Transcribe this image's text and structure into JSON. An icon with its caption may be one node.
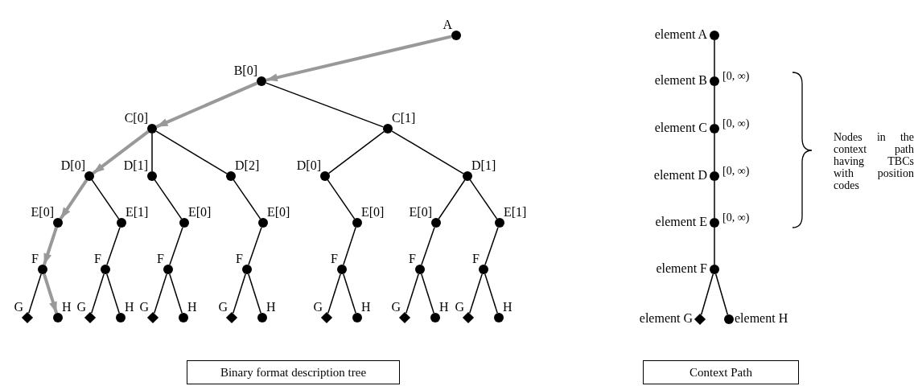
{
  "diagram": {
    "nodes": [
      {
        "text": [],
        "shape": "circle",
        "beside": [
          "A"
        ]
      },
      {
        "text": [],
        "shape": "circle",
        "beside": [
          "B[0]"
        ]
      },
      {
        "text": [],
        "shape": "circle",
        "beside": [
          "C[0]"
        ]
      },
      {
        "text": [],
        "shape": "circle",
        "beside": [
          "C[1]"
        ]
      },
      {
        "text": [],
        "shape": "circle",
        "beside": [
          "D[0]"
        ]
      },
      {
        "text": [],
        "shape": "circle",
        "beside": [
          "D[1]"
        ]
      },
      {
        "text": [],
        "shape": "circle",
        "beside": [
          "D[2]"
        ]
      },
      {
        "text": [],
        "shape": "circle",
        "beside": [
          "D[0]"
        ]
      },
      {
        "text": [],
        "shape": "circle",
        "beside": [
          "D[1]"
        ]
      },
      {
        "text": [],
        "shape": "circle",
        "beside": [
          "E[0]"
        ]
      },
      {
        "text": [],
        "shape": "circle",
        "beside": [
          "E[1]"
        ]
      },
      {
        "text": [],
        "shape": "circle",
        "beside": [
          "E[0]"
        ]
      },
      {
        "text": [],
        "shape": "circle",
        "beside": [
          "E[0]"
        ]
      },
      {
        "text": [],
        "shape": "circle",
        "beside": [
          "E[0]"
        ]
      },
      {
        "text": [],
        "shape": "circle",
        "beside": [
          "E[0]"
        ]
      },
      {
        "text": [],
        "shape": "circle",
        "beside": [
          "E[1]"
        ]
      },
      {
        "text": [],
        "shape": "circle",
        "beside": [
          "F"
        ]
      },
      {
        "text": [],
        "shape": "circle",
        "beside": [
          "F"
        ]
      },
      {
        "text": [],
        "shape": "circle",
        "beside": [
          "F"
        ]
      },
      {
        "text": [],
        "shape": "circle",
        "beside": [
          "F"
        ]
      },
      {
        "text": [],
        "shape": "circle",
        "beside": [
          "F"
        ]
      },
      {
        "text": [],
        "shape": "circle",
        "beside": [
          "F"
        ]
      },
      {
        "text": [],
        "shape": "circle",
        "beside": [
          "F"
        ]
      },
      {
        "text": [],
        "shape": "diamond",
        "beside": [
          "G"
        ]
      },
      {
        "text": [],
        "shape": "circle",
        "beside": [
          "H"
        ]
      },
      {
        "text": [],
        "shape": "diamond",
        "beside": [
          "G"
        ]
      },
      {
        "text": [],
        "shape": "circle",
        "beside": [
          "H"
        ]
      },
      {
        "text": [],
        "shape": "diamond",
        "beside": [
          "G"
        ]
      },
      {
        "text": [],
        "shape": "circle",
        "beside": [
          "H"
        ]
      },
      {
        "text": [],
        "shape": "diamond",
        "beside": [
          "G"
        ]
      },
      {
        "text": [],
        "shape": "circle",
        "beside": [
          "H"
        ]
      },
      {
        "text": [],
        "shape": "diamond",
        "beside": [
          "G"
        ]
      },
      {
        "text": [],
        "shape": "circle",
        "beside": [
          "H"
        ]
      },
      {
        "text": [],
        "shape": "diamond",
        "beside": [
          "G"
        ]
      },
      {
        "text": [],
        "shape": "circle",
        "beside": [
          "H"
        ]
      },
      {
        "text": [],
        "shape": "diamond",
        "beside": [
          "G"
        ]
      },
      {
        "text": [],
        "shape": "circle",
        "beside": [
          "H"
        ]
      },
      {
        "text": [],
        "shape": "circle",
        "beside": [
          "element A"
        ]
      },
      {
        "text": [],
        "shape": "circle",
        "beside": [
          "element B",
          "[0, ∞)"
        ]
      },
      {
        "text": [],
        "shape": "circle",
        "beside": [
          "element C",
          "[0, ∞)"
        ]
      },
      {
        "text": [],
        "shape": "circle",
        "beside": [
          "element D",
          "[0, ∞)"
        ]
      },
      {
        "text": [],
        "shape": "circle",
        "beside": [
          "element E",
          "[0, ∞)"
        ]
      },
      {
        "text": [],
        "shape": "circle",
        "beside": [
          "element F"
        ]
      },
      {
        "text": [],
        "shape": "diamond",
        "beside": [
          "element G"
        ]
      },
      {
        "text": [],
        "shape": "circle",
        "beside": [
          "element H"
        ]
      },
      {
        "text": [
          "Binary format description tree"
        ]
      },
      {
        "text": [
          "Context Path"
        ]
      }
    ],
    "edges": [
      {
        "from": 0,
        "to": 1,
        "arrow": "to",
        "style": "thick",
        "color": "#999999"
      },
      {
        "from": 1,
        "to": 2,
        "arrow": "to",
        "style": "thick",
        "color": "#999999"
      },
      {
        "from": 1,
        "to": 3,
        "arrow": "none"
      },
      {
        "from": 2,
        "to": 4,
        "arrow": "to",
        "style": "thick",
        "color": "#999999"
      },
      {
        "from": 2,
        "to": 5,
        "arrow": "none"
      },
      {
        "from": 2,
        "to": 6,
        "arrow": "none"
      },
      {
        "from": 3,
        "to": 7,
        "arrow": "none"
      },
      {
        "from": 3,
        "to": 8,
        "arrow": "none"
      },
      {
        "from": 4,
        "to": 9,
        "arrow": "to",
        "style": "thick",
        "color": "#999999"
      },
      {
        "from": 4,
        "to": 10,
        "arrow": "none"
      },
      {
        "from": 5,
        "to": 11,
        "arrow": "none"
      },
      {
        "from": 6,
        "to": 12,
        "arrow": "none"
      },
      {
        "from": 7,
        "to": 13,
        "arrow": "none"
      },
      {
        "from": 8,
        "to": 14,
        "arrow": "none"
      },
      {
        "from": 8,
        "to": 15,
        "arrow": "none"
      },
      {
        "from": 9,
        "to": 16,
        "arrow": "to",
        "style": "thick",
        "color": "#999999"
      },
      {
        "from": 10,
        "to": 17,
        "arrow": "none"
      },
      {
        "from": 11,
        "to": 18,
        "arrow": "none"
      },
      {
        "from": 12,
        "to": 19,
        "arrow": "none"
      },
      {
        "from": 13,
        "to": 20,
        "arrow": "none"
      },
      {
        "from": 14,
        "to": 21,
        "arrow": "none"
      },
      {
        "from": 15,
        "to": 22,
        "arrow": "none"
      },
      {
        "from": 16,
        "to": 23,
        "arrow": "none"
      },
      {
        "from": 16,
        "to": 24,
        "arrow": "to",
        "style": "thick",
        "color": "#999999"
      },
      {
        "from": 17,
        "to": 25,
        "arrow": "none"
      },
      {
        "from": 17,
        "to": 26,
        "arrow": "none"
      },
      {
        "from": 18,
        "to": 27,
        "arrow": "none"
      },
      {
        "from": 18,
        "to": 28,
        "arrow": "none"
      },
      {
        "from": 19,
        "to": 29,
        "arrow": "none"
      },
      {
        "from": 19,
        "to": 30,
        "arrow": "none"
      },
      {
        "from": 20,
        "to": 31,
        "arrow": "none"
      },
      {
        "from": 20,
        "to": 32,
        "arrow": "none"
      },
      {
        "from": 21,
        "to": 33,
        "arrow": "none"
      },
      {
        "from": 21,
        "to": 34,
        "arrow": "none"
      },
      {
        "from": 22,
        "to": 35,
        "arrow": "none"
      },
      {
        "from": 22,
        "to": 36,
        "arrow": "none"
      },
      {
        "from": 37,
        "to": 38,
        "arrow": "none"
      },
      {
        "from": 38,
        "to": 39,
        "arrow": "none"
      },
      {
        "from": 39,
        "to": 40,
        "arrow": "none"
      },
      {
        "from": 40,
        "to": 41,
        "arrow": "none"
      },
      {
        "from": 41,
        "to": 42,
        "arrow": "none"
      },
      {
        "from": 42,
        "to": 43,
        "arrow": "none"
      },
      {
        "from": 42,
        "to": 44,
        "arrow": "none"
      }
    ],
    "labels": [
      "Nodes in the context path having TBCs with position codes"
    ]
  }
}
